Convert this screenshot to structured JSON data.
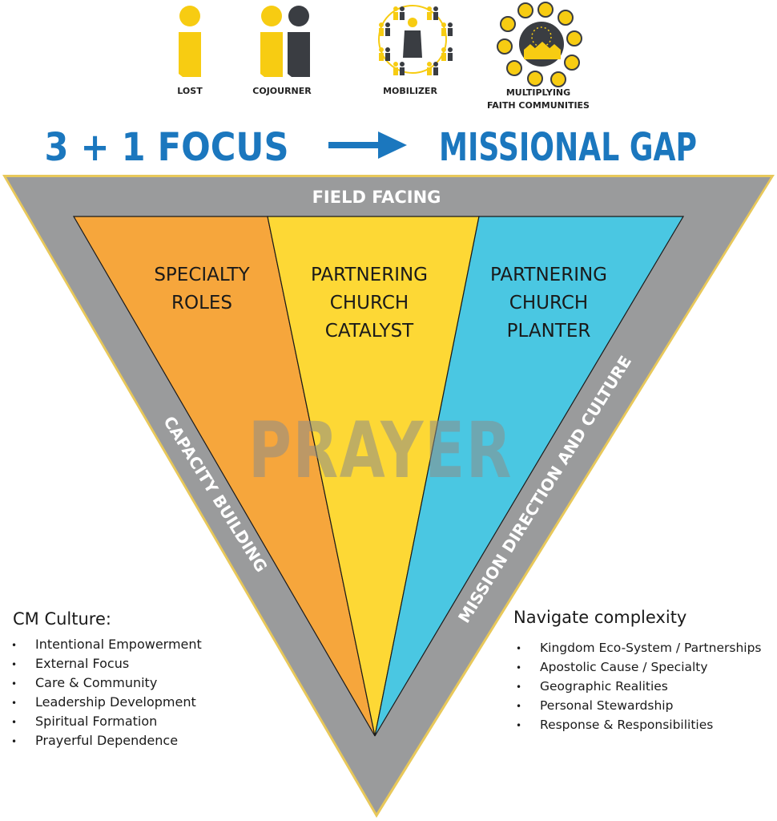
{
  "personas": [
    {
      "label": "LOST",
      "icon": "single-person-icon"
    },
    {
      "label": "COJOURNER",
      "icon": "two-people-icon"
    },
    {
      "label": "MOBILIZER",
      "icon": "network-leader-icon"
    },
    {
      "label_line1": "MULTIPLYING",
      "label_line2": "FAITH COMMUNITIES",
      "icon": "church-network-icon"
    }
  ],
  "headline": {
    "left": "3 + 1 FOCUS",
    "right": "MISSIONAL GAP",
    "arrow_icon": "right-arrow-icon"
  },
  "triangle": {
    "top_band": "FIELD FACING",
    "left_band": "CAPACITY BUILDING",
    "right_band": "MISSION DIRECTION AND CULTURE",
    "center_word": "PRAYER",
    "segments": [
      {
        "line1": "SPECIALTY",
        "line2": "ROLES",
        "line3": ""
      },
      {
        "line1": "PARTNERING",
        "line2": "CHURCH",
        "line3": "CATALYST"
      },
      {
        "line1": "PARTNERING",
        "line2": "CHURCH",
        "line3": "PLANTER"
      }
    ]
  },
  "left_list": {
    "title": "CM Culture:",
    "items": [
      "Intentional Empowerment",
      "External Focus",
      "Care & Community",
      "Leadership Development",
      "Spiritual Formation",
      "Prayerful Dependence"
    ]
  },
  "right_list": {
    "title": "Navigate complexity",
    "items": [
      "Kingdom Eco-System / Partnerships",
      "Apostolic Cause / Specialty",
      "Geographic Realities",
      "Personal Stewardship",
      "Response & Responsibilities"
    ]
  },
  "colors": {
    "blue": "#1b77be",
    "yellow_icon": "#f7cc12",
    "dark_icon": "#3a3d42",
    "frame_gray": "#9a9b9c",
    "frame_border": "#e8c85a",
    "orange": "#f6a63c",
    "yellow": "#fdd835",
    "cyan": "#4ac7e2"
  }
}
